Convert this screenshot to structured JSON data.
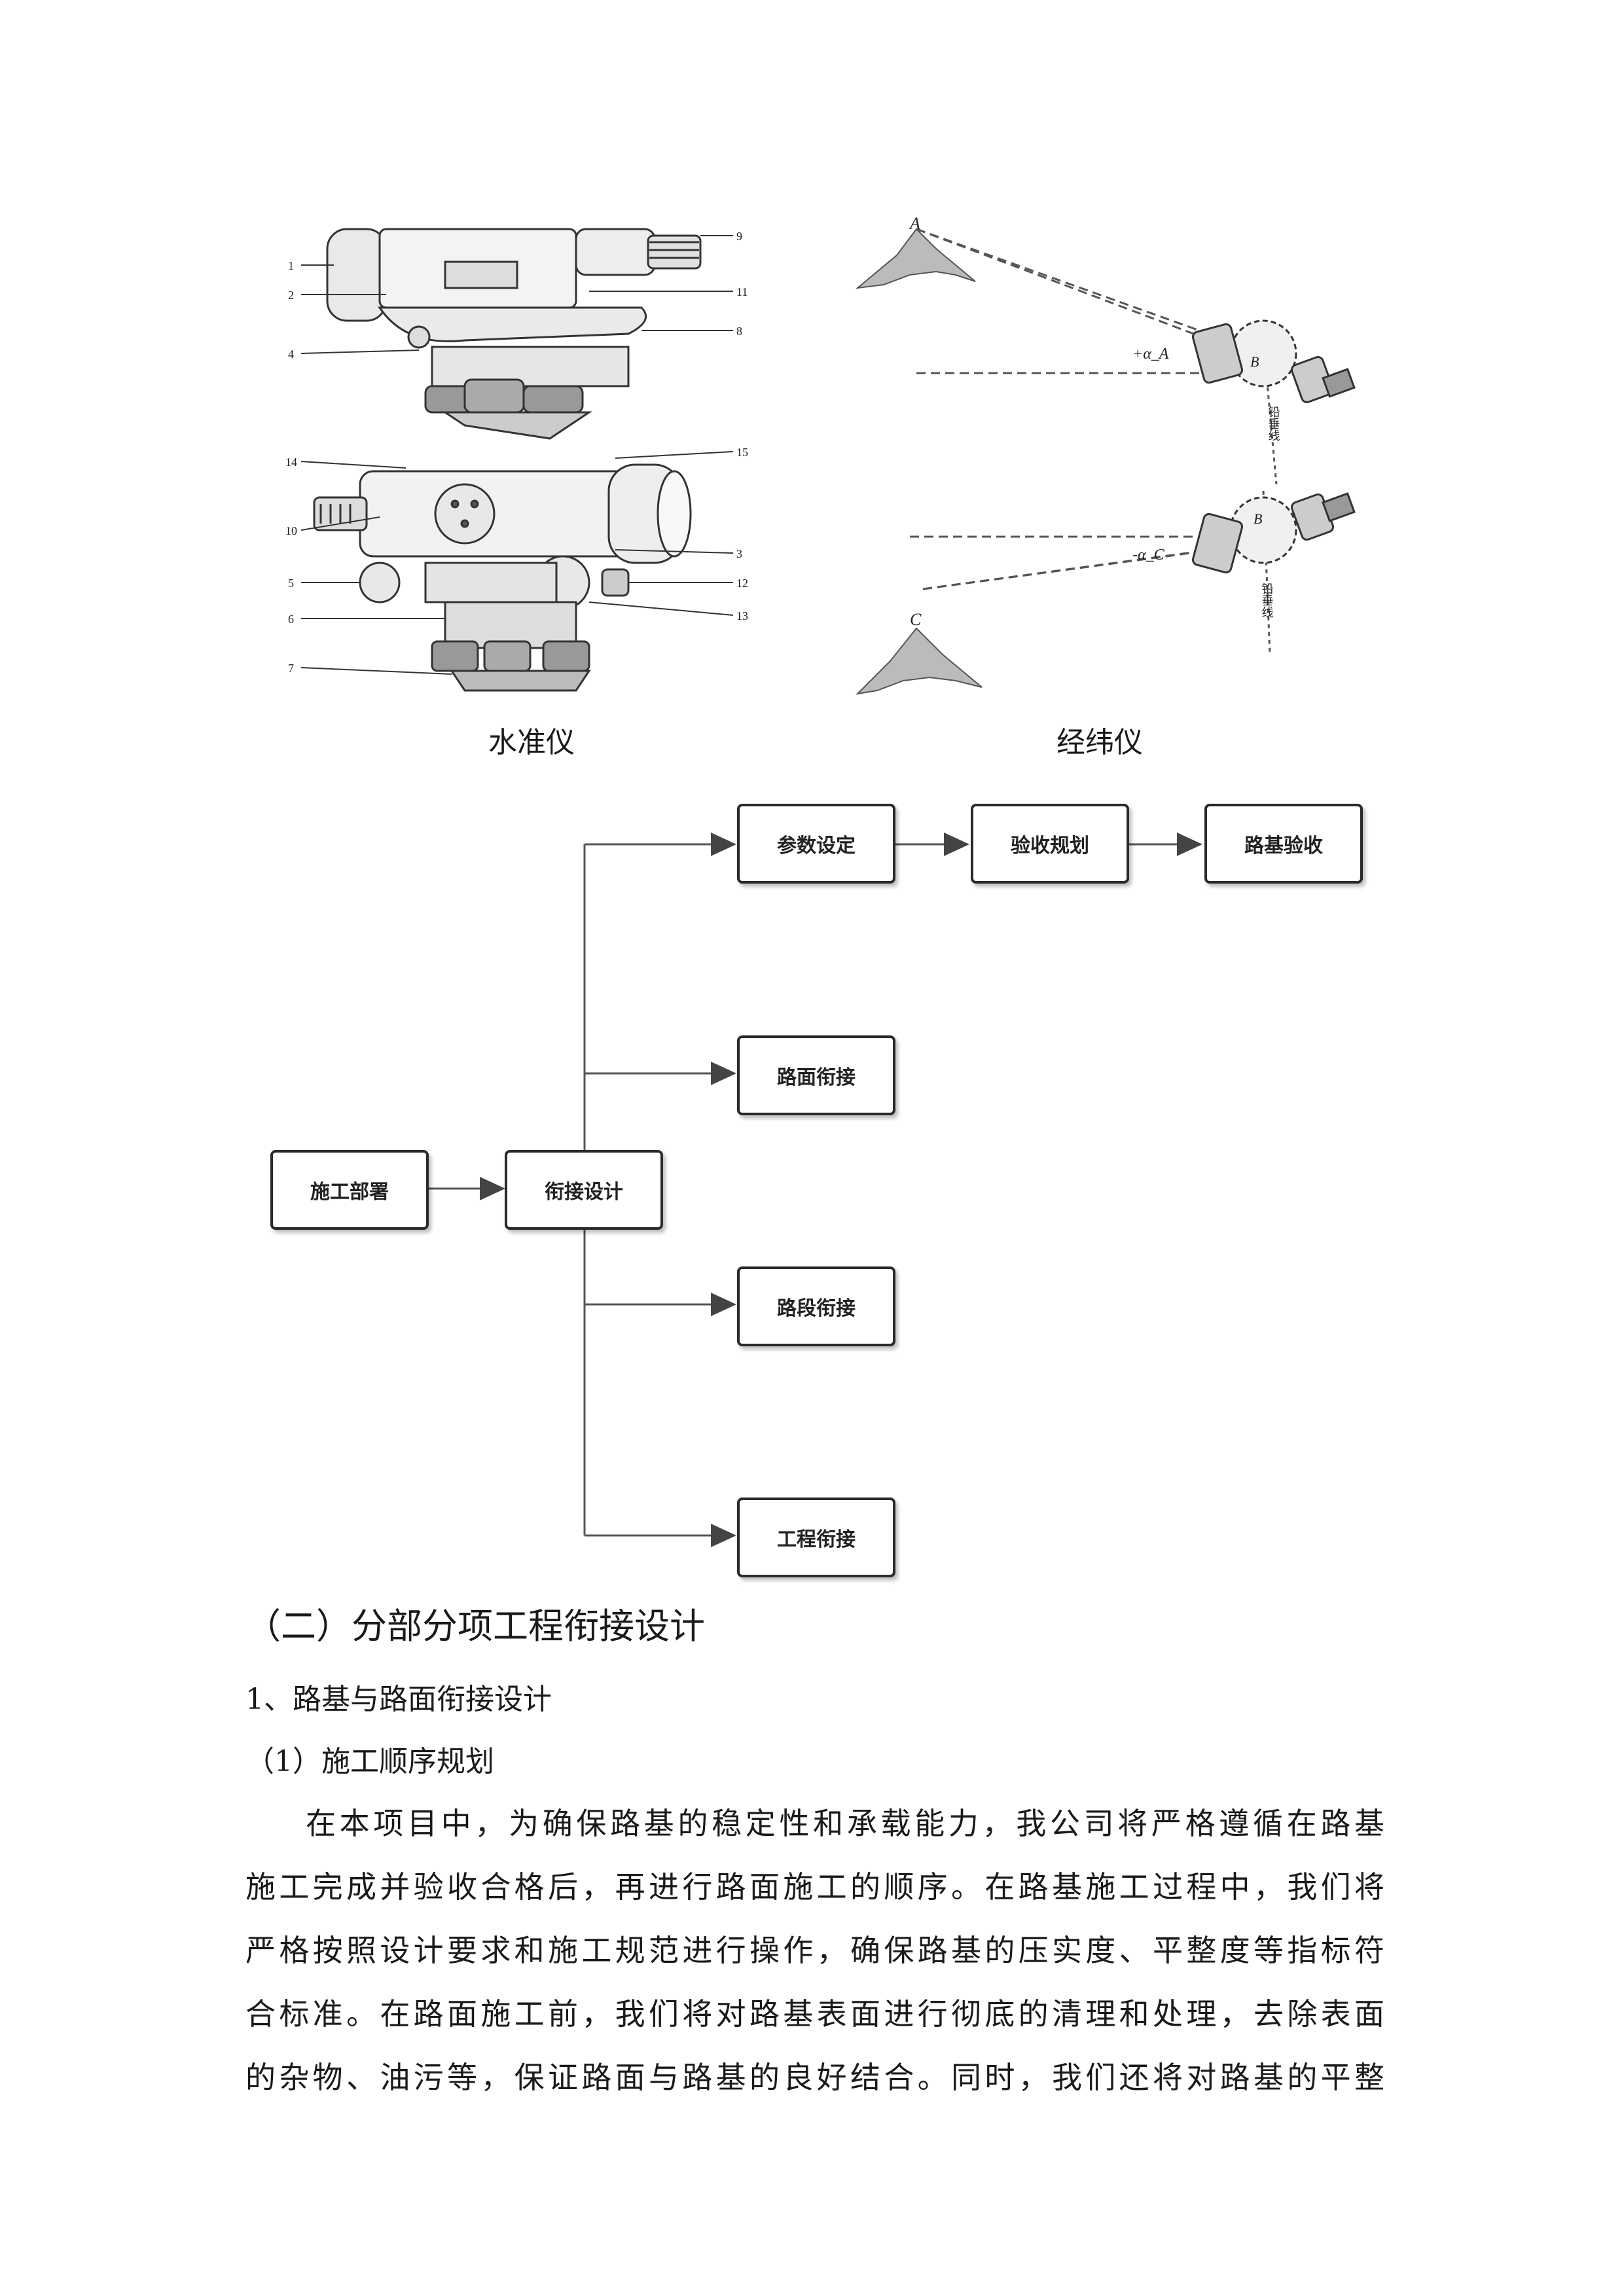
{
  "figures": {
    "level": {
      "caption": "水准仪",
      "callouts": [
        "1",
        "2",
        "4",
        "9",
        "11",
        "8",
        "14",
        "15",
        "10",
        "3",
        "5",
        "12",
        "6",
        "13",
        "7"
      ]
    },
    "theodolite": {
      "caption": "经纬仪",
      "point_labels": [
        "A",
        "C",
        "B",
        "B"
      ],
      "angle_labels": [
        "+α_A",
        "-α_C"
      ],
      "vertical_labels": [
        "铅垂线",
        "铅垂线"
      ]
    }
  },
  "flowchart": {
    "start": "施工部署",
    "center": "衔接设计",
    "top_chain": [
      "参数设定",
      "验收规划",
      "路基验收"
    ],
    "branches": [
      "路面衔接",
      "路段衔接",
      "工程衔接"
    ]
  },
  "section": {
    "heading": "（二）分部分项工程衔接设计",
    "subheading": "1、路基与路面衔接设计",
    "subsubheading": "（1）施工顺序规划",
    "paragraph_lines": [
      "在本项目中，为确保路基的稳定性和承载能力，我公司将严格遵循在路基",
      "施工完成并验收合格后，再进行路面施工的顺序。在路基施工过程中，我们将",
      "严格按照设计要求和施工规范进行操作，确保路基的压实度、平整度等指标符",
      "合标准。在路面施工前，我们将对路基表面进行彻底的清理和处理，去除表面",
      "的杂物、油污等，保证路面与路基的良好结合。同时，我们还将对路基的平整"
    ]
  }
}
